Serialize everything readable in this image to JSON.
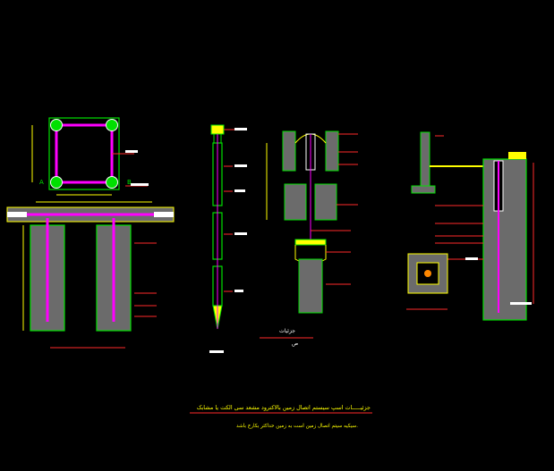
{
  "drawing": {
    "background": "#000000",
    "colors": {
      "green": "#00e000",
      "yellow": "#ffff00",
      "magenta": "#ff00ff",
      "cyan": "#00d8ff",
      "red": "#ff2a2a",
      "white": "#ffffff",
      "orange": "#ff8800",
      "fill_gray": "#6b6b6b"
    },
    "labels": {
      "axis_a": "A",
      "axis_b": "B",
      "detail_1": "جزئیات",
      "detail_2": "ص"
    },
    "bottom_title": "جزئیـــــات اسپ سیستم اتصال زمین بالاکترود مشعد سی الکت یا مشابک",
    "bottom_note": "سیکیه سیتم اتصال زمین است به زمین حداکثر بکارخ باشد."
  }
}
